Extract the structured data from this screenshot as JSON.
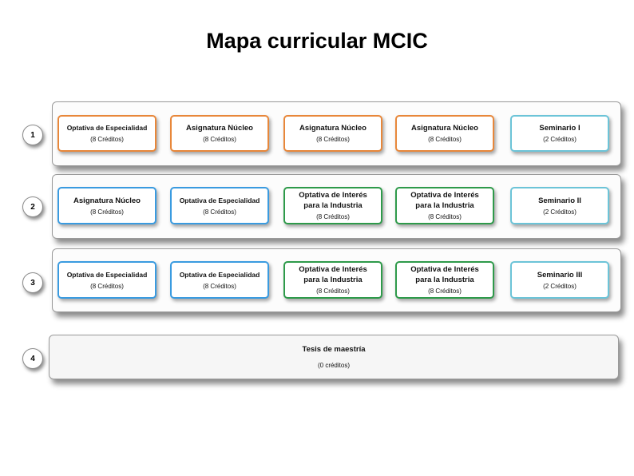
{
  "title": "Mapa curricular MCIC",
  "rows": [
    {
      "number": "1",
      "courses": [
        {
          "name": "Optativa de Especialidad",
          "credits": "(8 Créditos)",
          "color": "#e8873a"
        },
        {
          "name": "Asignatura Núcleo",
          "credits": "(8 Créditos)",
          "color": "#e8873a"
        },
        {
          "name": "Asignatura Núcleo",
          "credits": "(8 Créditos)",
          "color": "#e8873a"
        },
        {
          "name": "Asignatura Núcleo",
          "credits": "(8 Créditos)",
          "color": "#e8873a"
        },
        {
          "name": "Seminario I",
          "credits": "(2 Créditos)",
          "color": "#6cc4d8"
        }
      ]
    },
    {
      "number": "2",
      "courses": [
        {
          "name": "Asignatura Núcleo",
          "credits": "(8 Créditos)",
          "color": "#3a9be0"
        },
        {
          "name": "Optativa de Especialidad",
          "credits": "(8 Créditos)",
          "color": "#3a9be0"
        },
        {
          "name": "Optativa de Interés\npara la Industria",
          "credits": "(8 Créditos)",
          "color": "#2e9a4a"
        },
        {
          "name": "Optativa de Interés\npara la Industria",
          "credits": "(8 Créditos)",
          "color": "#2e9a4a"
        },
        {
          "name": "Seminario II",
          "credits": "(2 Créditos)",
          "color": "#6cc4d8"
        }
      ]
    },
    {
      "number": "3",
      "courses": [
        {
          "name": "Optativa de Especialidad",
          "credits": "(8 Créditos)",
          "color": "#3a9be0"
        },
        {
          "name": "Optativa de Especialidad",
          "credits": "(8 Créditos)",
          "color": "#3a9be0"
        },
        {
          "name": "Optativa de Interés\npara la Industria",
          "credits": "(8 Créditos)",
          "color": "#2e9a4a"
        },
        {
          "name": "Optativa de Interés\npara la Industria",
          "credits": "(8 Créditos)",
          "color": "#2e9a4a"
        },
        {
          "name": "Seminario III",
          "credits": "(2 Créditos)",
          "color": "#6cc4d8"
        }
      ]
    }
  ],
  "thesis": {
    "number": "4",
    "name": "Tesis de maestría",
    "credits": "(0 créditos)"
  }
}
